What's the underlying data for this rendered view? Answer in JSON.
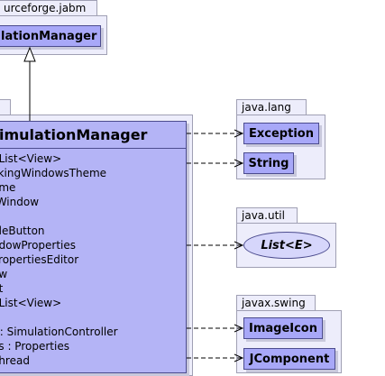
{
  "packages": {
    "sourceforge": {
      "label": "urceforge.jabm"
    },
    "lang": {
      "label": "java.lang"
    },
    "util": {
      "label": "java.util"
    },
    "swing": {
      "label": "javax.swing"
    }
  },
  "classes": {
    "parent": "lationManager",
    "main": "imulationManager",
    "exception": "Exception",
    "string": "String",
    "list": "List<E>",
    "imageicon": "ImageIcon",
    "jcomponent": "JComponent"
  },
  "attributes": [
    "dList<View>",
    "ckingWindowsTheme",
    "ame",
    "tWindow",
    "",
    "gleButton",
    "ndowProperties",
    "PropertiesEditor",
    "ew",
    "nt",
    "dList<View>",
    "",
    "r : SimulationController",
    "es : Properties",
    " Thread"
  ],
  "colors": {
    "class_fill": "#a8a8f8",
    "package_fill": "#ededfb",
    "line": "#000000"
  }
}
